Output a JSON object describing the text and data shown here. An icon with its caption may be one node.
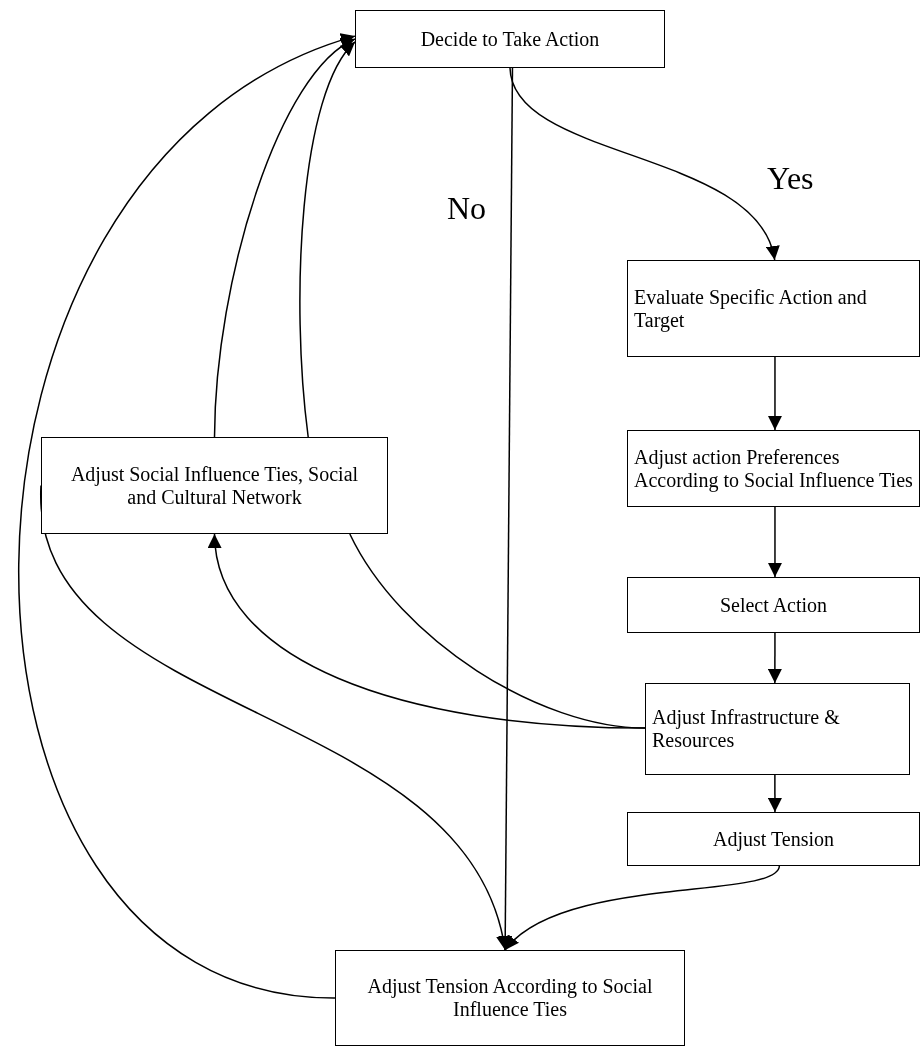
{
  "diagram": {
    "nodes": [
      {
        "text": [
          "Decide to Take Action"
        ]
      },
      {
        "text": [
          "Evaluate Specific Action and Target"
        ]
      },
      {
        "text": [
          "Adjust action Preferences According to Social Influence Ties"
        ]
      },
      {
        "text": [
          "Select Action"
        ]
      },
      {
        "text": [
          "Adjust Infrastructure & Resources"
        ]
      },
      {
        "text": [
          "Adjust Tension"
        ]
      },
      {
        "text": [
          "Adjust Social Influence Ties, Social and Cultural Network"
        ]
      },
      {
        "text": [
          "Adjust Tension According to Social Influence Ties"
        ]
      }
    ],
    "edges": [
      {
        "from": 0,
        "to": 1,
        "arrow": "to",
        "label": "Yes"
      },
      {
        "from": 0,
        "to": 7,
        "arrow": "to",
        "label": "No"
      },
      {
        "from": 1,
        "to": 2,
        "arrow": "to"
      },
      {
        "from": 2,
        "to": 3,
        "arrow": "to"
      },
      {
        "from": 3,
        "to": 4,
        "arrow": "to"
      },
      {
        "from": 4,
        "to": 5,
        "arrow": "to"
      },
      {
        "from": 5,
        "to": 7,
        "arrow": "to"
      },
      {
        "from": 4,
        "to": 6,
        "arrow": "to"
      },
      {
        "from": 6,
        "to": 4,
        "arrow": "none"
      },
      {
        "from": 6,
        "to": 0,
        "arrow": "to"
      },
      {
        "from": 6,
        "to": 0,
        "arrow": "to"
      },
      {
        "from": 6,
        "to": 7,
        "arrow": "to"
      },
      {
        "from": 7,
        "to": 0,
        "arrow": "to"
      }
    ]
  }
}
